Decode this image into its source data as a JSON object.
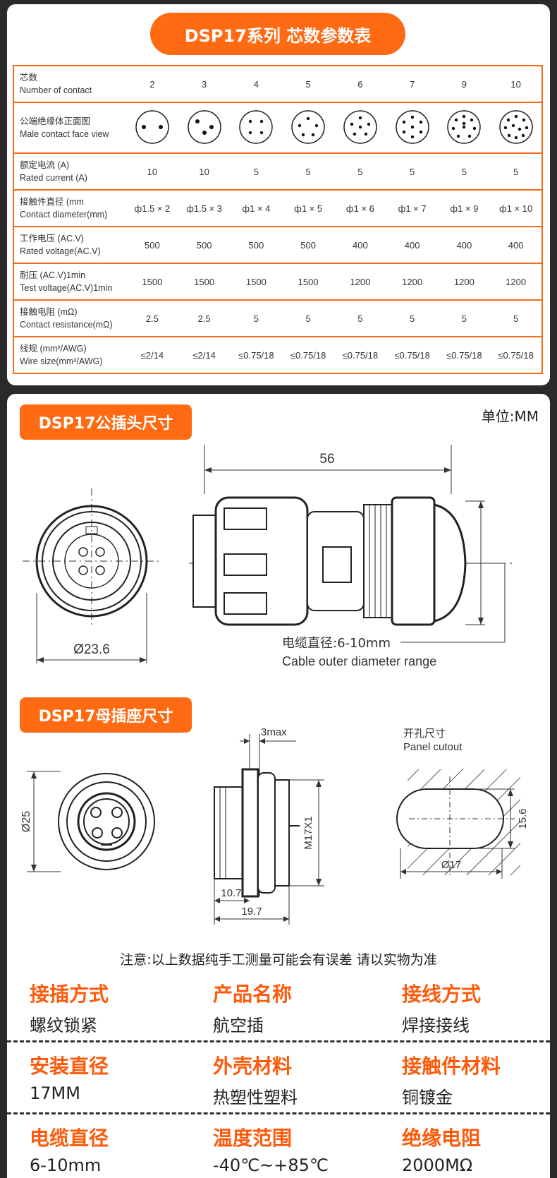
{
  "title": "DSP17系列 芯数参数表",
  "table": {
    "contacts": [
      "2",
      "3",
      "4",
      "5",
      "6",
      "7",
      "9",
      "10"
    ],
    "rows": [
      {
        "zh": "芯数",
        "en": "Number of contact",
        "key": "contacts"
      },
      {
        "zh": "公端绝缘体正面图",
        "en": "Male contact face view",
        "key": "face"
      },
      {
        "zh": "额定电流 (A)",
        "en": "Rated current (A)",
        "values": [
          "10",
          "10",
          "5",
          "5",
          "5",
          "5",
          "5",
          "5"
        ]
      },
      {
        "zh": "接触件直径 (mm",
        "en": "Contact diameter(mm)",
        "values": [
          "ф1.5 × 2",
          "ф1.5 × 3",
          "ф1 × 4",
          "ф1 × 5",
          "ф1 × 6",
          "ф1 × 7",
          "ф1 × 9",
          "ф1 × 10"
        ]
      },
      {
        "zh": "工作电压 (AC.V)",
        "en": "Rated voltage(AC.V)",
        "values": [
          "500",
          "500",
          "500",
          "500",
          "400",
          "400",
          "400",
          "400"
        ]
      },
      {
        "zh": "耐压 (AC.V)1min",
        "en": "Test voltage(AC.V)1min",
        "values": [
          "1500",
          "1500",
          "1500",
          "1500",
          "1200",
          "1200",
          "1200",
          "1200"
        ]
      },
      {
        "zh": "接触电阻 (mΩ)",
        "en": "Contact resistance(mΩ)",
        "values": [
          "2.5",
          "2.5",
          "5",
          "5",
          "5",
          "5",
          "5",
          "5"
        ]
      },
      {
        "zh": "线规 (mm²/AWG)",
        "en": "Wire size(mm²/AWG)",
        "values": [
          "≤2/14",
          "≤2/14",
          "≤0.75/18",
          "≤0.75/18",
          "≤0.75/18",
          "≤0.75/18",
          "≤0.75/18",
          "≤0.75/18"
        ]
      }
    ]
  },
  "male": {
    "title": "DSP17公插头尺寸",
    "unit": "单位:MM",
    "dim_length": "56",
    "dim_diameter": "Ø23.6",
    "cable_zh": "电缆直径:6-10mm",
    "cable_en": "Cable outer diameter range"
  },
  "female": {
    "title": "DSP17母插座尺寸",
    "dim_diameter": "Ø25",
    "dim_3max": "3max",
    "dim_thread": "M17X1",
    "dim_10_7": "10.7",
    "dim_19_7": "19.7",
    "cutout_zh": "开孔尺寸",
    "cutout_en": "Panel cutout",
    "dim_15_6": "15.6",
    "dim_17": "Ø17"
  },
  "note": "注意:以上数据纯手工测量可能会有误差 请以实物为准",
  "properties": [
    [
      {
        "k": "接插方式",
        "v": "螺纹锁紧"
      },
      {
        "k": "产品名称",
        "v": "航空插"
      },
      {
        "k": "接线方式",
        "v": "焊接接线"
      }
    ],
    [
      {
        "k": "安装直径",
        "v": "17MM"
      },
      {
        "k": "外壳材料",
        "v": "热塑性塑料"
      },
      {
        "k": "接触件材料",
        "v": "铜镀金"
      }
    ],
    [
      {
        "k": "电缆直径",
        "v": "6-10mm"
      },
      {
        "k": "温度范围",
        "v": "-40℃~+85℃"
      },
      {
        "k": "绝缘电阻",
        "v": "2000MΩ"
      }
    ]
  ]
}
